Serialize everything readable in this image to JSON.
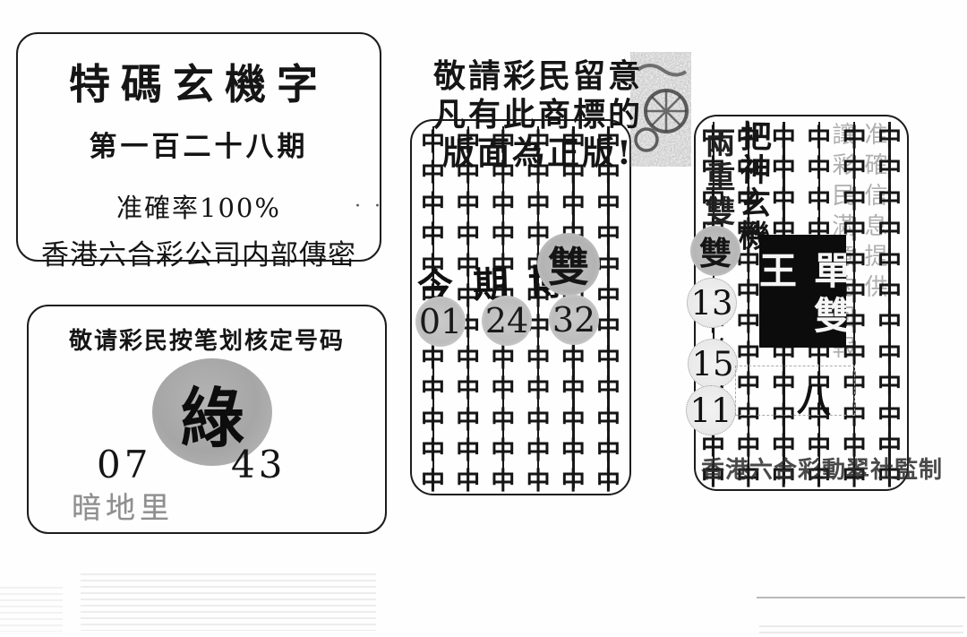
{
  "top_left_box": {
    "title": "特碼玄機字",
    "issue": "第一百二十八期",
    "accuracy": "准確率100%",
    "source": "香港六合彩公司内部傳密",
    "stray_dots": "· ·"
  },
  "bottom_left_box": {
    "header": "敬请彩民按笔划核定号码",
    "circle_char": "綠",
    "number_left": "07",
    "number_right": "43",
    "footer": "暗地里"
  },
  "notice": {
    "line1": "敬請彩民留意",
    "line2": "凡有此商標的",
    "line3": "版面為正版!"
  },
  "stamp": {
    "icon": "trademark-seal-stamp"
  },
  "middle_panel": {
    "grid": {
      "char": "中",
      "cols": 6,
      "rows": 12
    },
    "overlay_phrase": "今期博",
    "circle_label": "雙",
    "numbers": [
      "01",
      "24",
      "32"
    ]
  },
  "right_panel": {
    "grid": {
      "char": "中",
      "cols": 6,
      "rows": 12
    },
    "col1_overlay": "兩重雙",
    "col2_overlay": "把神玄機",
    "circle_label": "雙",
    "numbers": [
      "13",
      "15",
      "11"
    ],
    "marks": [
      "〜",
      "〜"
    ],
    "black_box_text": "單雙王",
    "hint_char": "八",
    "watermark_left": "讓彩民滿意的回報",
    "watermark_right": "准確信息提供",
    "footer": "香港六合彩動翠社監制"
  }
}
